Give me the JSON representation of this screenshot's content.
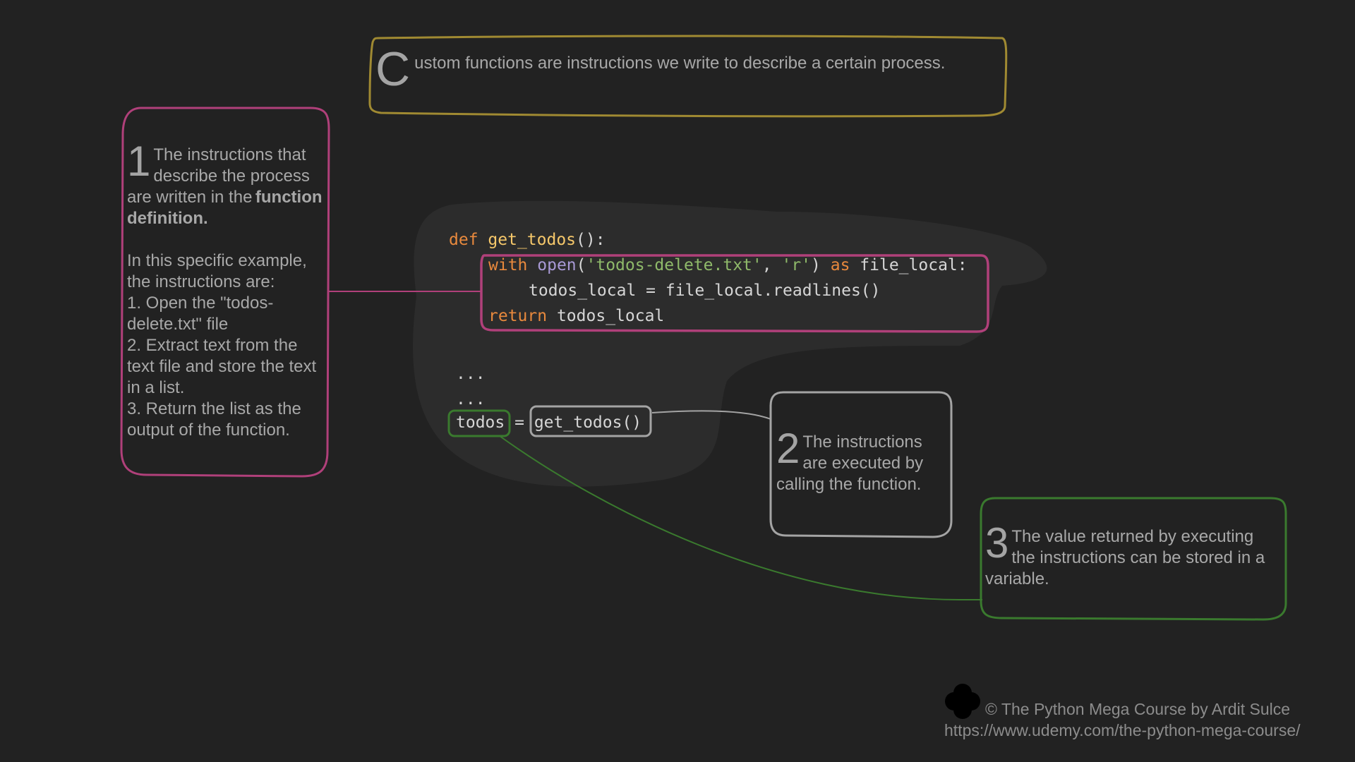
{
  "title": {
    "initial": "C",
    "text": "ustom functions are instructions we write to describe a certain process."
  },
  "note1": {
    "number": "1",
    "lead": "The instructions that describe the process are written in the",
    "bold": "function definition.",
    "intro": "In this specific example, the instructions are:",
    "step1": "1. Open the \"todos-delete.txt\" file",
    "step2": "2. Extract text from the text file and store the text in a list.",
    "step3": "3. Return the list as the output of the function."
  },
  "note2": {
    "number": "2",
    "text": "The instructions are executed by calling the function."
  },
  "note3": {
    "number": "3",
    "text": "The value returned by executing the instructions can be stored in a variable."
  },
  "code": {
    "def_kw": "def",
    "func_name": "get_todos",
    "def_rest": "():",
    "with_kw": "with",
    "open_fn": "open",
    "paren_open": "(",
    "filename": "'todos-delete.txt'",
    "comma": ",",
    "mode": "'r'",
    "paren_close": ")",
    "as_kw": "as",
    "file_var": "file_local:",
    "readlines_line": "todos_local = file_local.readlines()",
    "return_kw": "return",
    "return_val": "todos_local",
    "ellipsis1": "...",
    "ellipsis2": "...",
    "assign_var": "todos",
    "equals": "=",
    "call": "get_todos()"
  },
  "footer": {
    "copyright": "© The Python Mega Course by Ardit Sulce",
    "url": "https://www.udemy.com/the-python-mega-course/"
  },
  "colors": {
    "background": "#222222",
    "title_border": "#a08a32",
    "definition_border": "#b0407a",
    "call_border": "#a4a4a4",
    "variable_border": "#3a7a2e",
    "code_blob": "#2c2c2c"
  },
  "icons": [
    "logo-icon"
  ]
}
